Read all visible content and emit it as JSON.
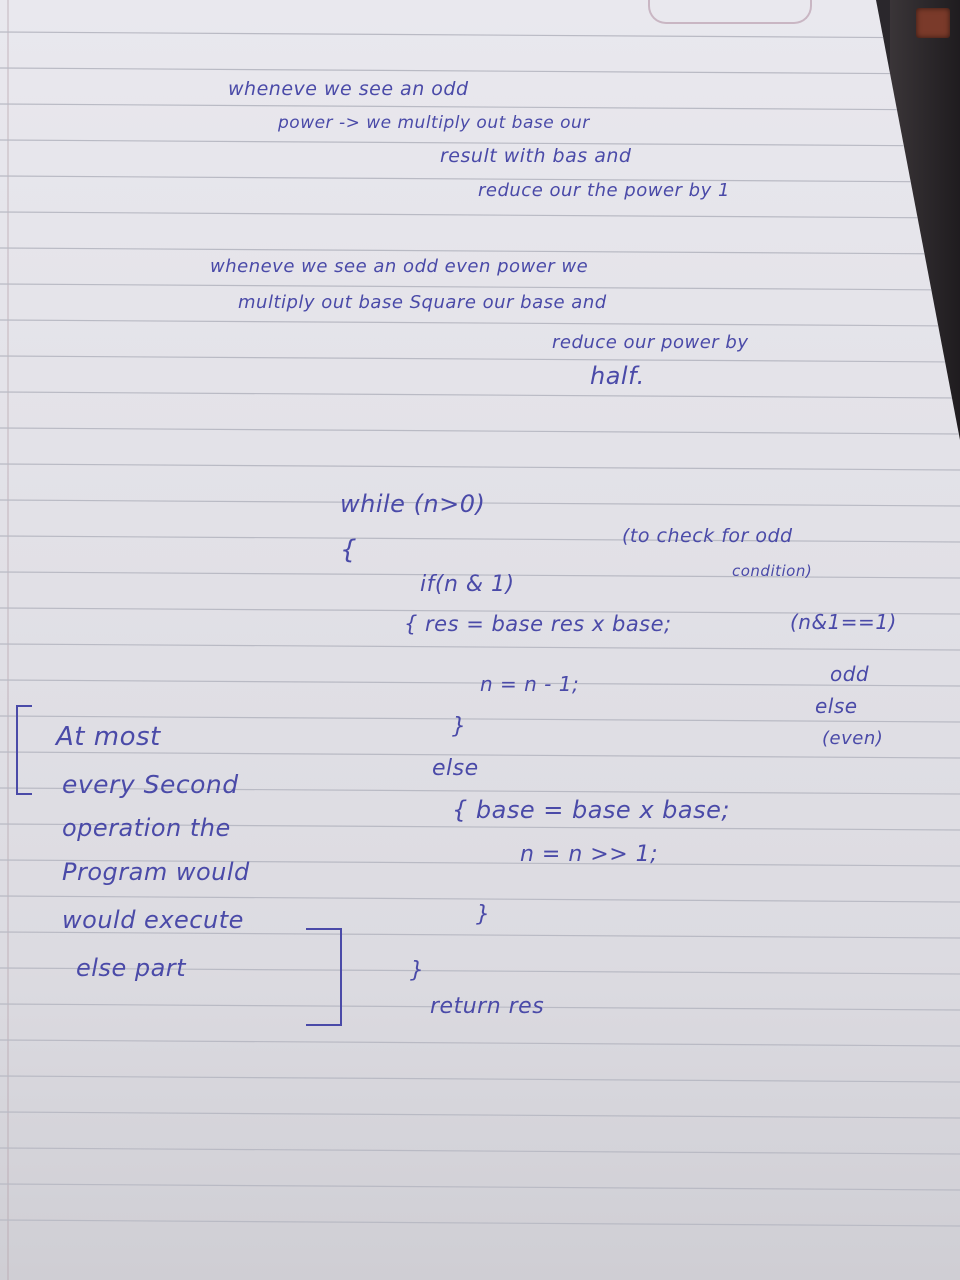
{
  "notes": {
    "line1": "wheneve  we see  an odd",
    "line2": "power ->  we  multiply  out base  our",
    "line3": "result  with bas and",
    "line4": "reduce our the power by 1",
    "line5": "wheneve  we   see an odd even power  we",
    "line6": "multiply  out base   Square our base and",
    "line7": "reduce our power by",
    "line8": "half."
  },
  "code": {
    "while": "while (n>0)",
    "open1": "{",
    "if": "if(n & 1)",
    "comment1": "(to check for odd",
    "comment1b": "condition)",
    "comment2": "(n&1==1)",
    "res": "{  res = base res x base;",
    "n_dec": "n = n - 1;",
    "close_if": "}",
    "else": "else",
    "base": "{  base = base x base;",
    "shift": "n = n >> 1;",
    "close_else": "}",
    "close_while": "}",
    "return": "return res",
    "odd": "odd",
    "else2": "else",
    "even": "(even)"
  },
  "side_note": {
    "line1": "At most",
    "line2": "every Second",
    "line3": "operation the",
    "line4": "Program would",
    "line5": "would execute",
    "line6": "else part"
  }
}
